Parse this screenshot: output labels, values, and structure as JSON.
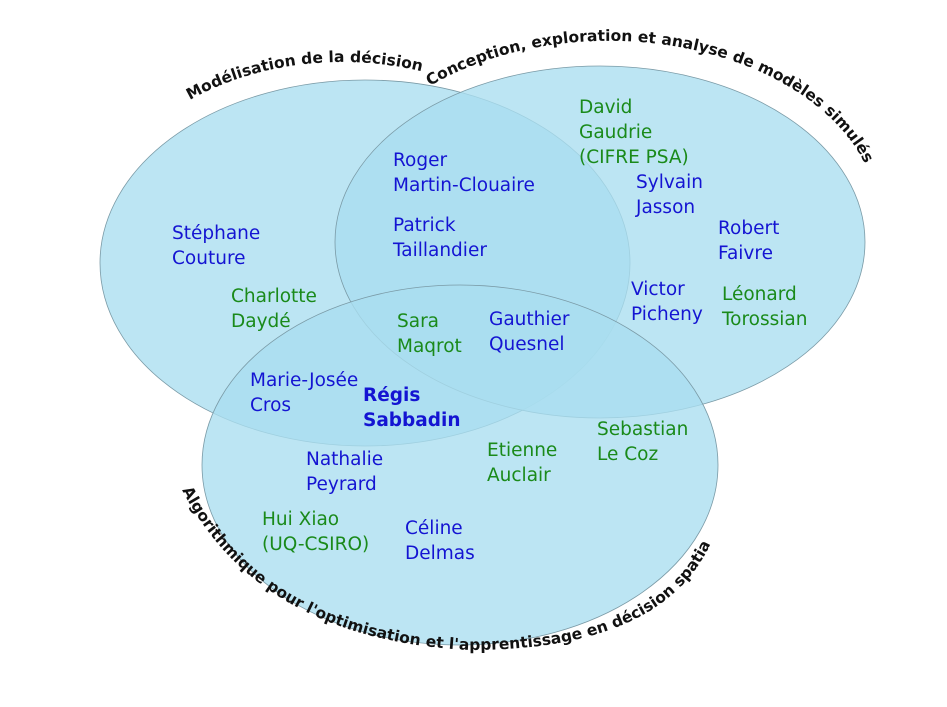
{
  "circles": {
    "modelisation": {
      "title": "Modélisation de la décision"
    },
    "conception": {
      "title": "Conception, exploration et analyse de modèles simulés"
    },
    "algorithmique": {
      "title": "Algorithmique pour l'optimisation et l'apprentissage en décision spatialisée"
    }
  },
  "colors": {
    "circle_fill": "#a9def0",
    "name_blue": "#1414d2",
    "name_green": "#1a8a1a"
  },
  "people": {
    "stephane_couture": "Stéphane\nCouture",
    "charlotte_dayde": "Charlotte\nDaydé",
    "roger_martin_clouaire": "Roger\nMartin-Clouaire",
    "patrick_taillandier": "Patrick\nTaillandier",
    "david_gaudrie": "David\nGaudrie\n(CIFRE PSA)",
    "sylvain_jasson": "Sylvain\nJasson",
    "robert_faivre": "Robert\nFaivre",
    "victor_picheny": "Victor\nPicheny",
    "leonard_torossian": "Léonard\nTorossian",
    "sara_maqrot": "Sara\nMaqrot",
    "gauthier_quesnel": "Gauthier\nQuesnel",
    "marie_josee_cros": "Marie-Josée\nCros",
    "regis_sabbadin": "Régis\nSabbadin",
    "nathalie_peyrard": "Nathalie\nPeyrard",
    "etienne_auclair": "Etienne\nAuclair",
    "sebastian_le_coz": "Sebastian\nLe Coz",
    "hui_xiao": "Hui Xiao\n(UQ-CSIRO)",
    "celine_delmas": "Céline\nDelmas"
  }
}
